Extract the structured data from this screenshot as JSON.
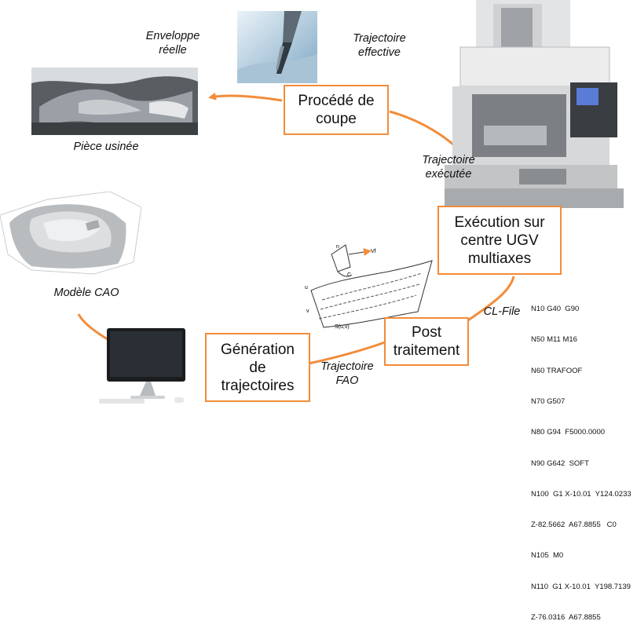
{
  "boxes": {
    "cutting": [
      "Procédé de",
      "coupe"
    ],
    "execution": [
      "Exécution sur",
      "centre UGV",
      "multiaxes"
    ],
    "post": [
      "Post",
      "traitement"
    ],
    "generation": [
      "Génération",
      "de",
      "trajectoires"
    ]
  },
  "labels": {
    "real_envelope": [
      "Enveloppe",
      "réelle"
    ],
    "effective_traj": [
      "Trajectoire",
      "effective"
    ],
    "machined_part": "Pièce usinée",
    "executed_traj": [
      "Trajectoire",
      "exécutée"
    ],
    "cad_model": "Modèle CAO",
    "cl_file": "CL-File",
    "fao_traj": [
      "Trajectoire",
      "FAO"
    ]
  },
  "nc_code": [
    "N10 G40  G90",
    "N50 M11 M16",
    "N60 TRAFOOF",
    "N70 G507",
    "N80 G94  F5000.0000",
    "N90 G642  SOFT",
    "N100  G1 X-10.01  Y124.0233",
    "Z-82.5662  A67.8855   C0",
    "N105  M0",
    "N110  G1 X-10.01  Y198.7139",
    "Z-76.0316  A67.8855"
  ],
  "diagram_labels": {
    "tool_u": "u",
    "tool_v": "v",
    "surface": "S(u,v)",
    "vf": "Vf",
    "cl": "C",
    "n": "n"
  },
  "colors": {
    "accent": "#f28c3a"
  }
}
